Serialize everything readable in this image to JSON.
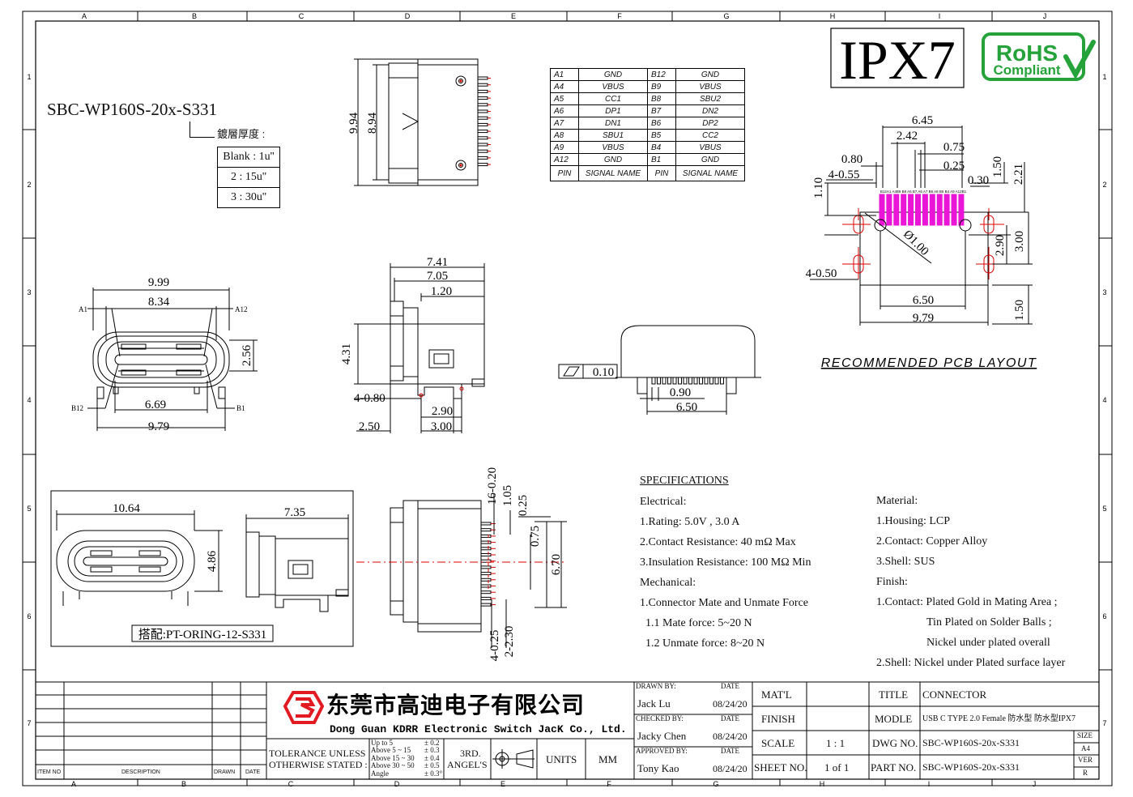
{
  "border": {
    "cols_top": [
      "A",
      "B",
      "C",
      "D",
      "E",
      "F",
      "G",
      "H",
      "I",
      "J"
    ],
    "cols_bottom": [
      "A",
      "B",
      "C",
      "D",
      "E",
      "F",
      "G",
      "H",
      "I",
      "J"
    ],
    "rows": [
      "1",
      "2",
      "3",
      "4",
      "5",
      "6",
      "7"
    ]
  },
  "part_number": "SBC-WP160S-20x-S331",
  "plating": {
    "title": "鍍層厚度 :",
    "options": [
      "Blank : 1u''",
      "2 : 15u''",
      "3 : 30u''"
    ]
  },
  "badges": {
    "ipx": "IPX7",
    "rohs_line1": "RoHS",
    "rohs_line2": "Compliant"
  },
  "pin_table": {
    "rows": [
      [
        "A1",
        "GND",
        "B12",
        "GND"
      ],
      [
        "A4",
        "VBUS",
        "B9",
        "VBUS"
      ],
      [
        "A5",
        "CC1",
        "B8",
        "SBU2"
      ],
      [
        "A6",
        "DP1",
        "B7",
        "DN2"
      ],
      [
        "A7",
        "DN1",
        "B6",
        "DP2"
      ],
      [
        "A8",
        "SBU1",
        "B5",
        "CC2"
      ],
      [
        "A9",
        "VBUS",
        "B4",
        "VBUS"
      ],
      [
        "A12",
        "GND",
        "B1",
        "GND"
      ]
    ],
    "header": [
      "PIN",
      "SIGNAL NAME",
      "PIN",
      "SIGNAL NAME"
    ]
  },
  "dims": {
    "top_view": {
      "h1": "9.94",
      "h2": "8.94"
    },
    "front_view": {
      "w_outer": "9.99",
      "w_inner": "8.34",
      "h": "2.56",
      "w_bottom_inner": "6.69",
      "w_bottom": "9.79",
      "a1": "A1",
      "a12": "A12",
      "b12": "B12",
      "b1": "B1"
    },
    "side_view": {
      "d1": "7.41",
      "d2": "7.05",
      "d3": "1.20",
      "h": "4.31",
      "holes": "4-0.80",
      "d4": "2.90",
      "d5": "2.50",
      "d6": "3.00"
    },
    "rear_view": {
      "flatness": "0.10",
      "pitch": "0.90",
      "width": "6.50"
    },
    "pcb": {
      "w1": "6.45",
      "w2": "2.42",
      "w3": "0.75",
      "w4": "0.25",
      "w5": "0.30",
      "p1": "0.80",
      "p2": "4-0.55",
      "h1": "1.10",
      "h2": "1.50",
      "h3": "2.21",
      "dia": "Ø1.00",
      "h4": "2.90",
      "h5": "3.00",
      "slot": "4-0.50",
      "w6": "6.50",
      "w7": "9.79",
      "h6": "1.50",
      "title": "RECOMMENDED PCB LAYOUT",
      "pad_labels": "B12A1 A4B9 B8 A5 B7 A6 A7 B6 A8 B5 B4 A9 A12B1"
    },
    "seal_front": {
      "w": "10.64",
      "h": "4.86"
    },
    "seal_side": {
      "w": "7.35"
    },
    "seal_note": "搭配:PT-ORING-12-S331",
    "bottom_view": {
      "d1": "16-0.20",
      "d2": "1.05",
      "d3": "0.25",
      "d4": "0.75",
      "d5": "6.70",
      "d6": "4-0.25",
      "d7": "2-2.30"
    }
  },
  "specs": {
    "title": "SPECIFICATIONS",
    "left": [
      "Electrical:",
      "1.Rating: 5.0V , 3.0 A",
      "2.Contact Resistance: 40 mΩ Max",
      "3.Insulation Resistance: 100 MΩ Min",
      "Mechanical:",
      "1.Connector Mate and Unmate Force",
      "  1.1 Mate force: 5~20 N",
      "  1.2 Unmate force: 8~20 N"
    ],
    "right": [
      "Material:",
      "1.Housing: LCP",
      "2.Contact: Copper Alloy",
      "3.Shell: SUS",
      "Finish:",
      "1.Contact: Plated Gold in Mating Area ;",
      "Tin Plated on Solder Balls ;",
      "Nickel under plated overall",
      "2.Shell: Nickel under Plated surface layer"
    ]
  },
  "title_block": {
    "company_cn": "东莞市高迪电子有限公司",
    "company_en": "Dong Guan KDRR  Electronic Switch JacK Co., Ltd.",
    "rev_headers": [
      "ITEM NO",
      "DESCRIPTION",
      "DRAWN",
      "DATE"
    ],
    "tolerance_label1": "TOLERANCE UNLESS",
    "tolerance_label2": "OTHERWISE STATED :",
    "tolerance_rows": [
      [
        "Up  to  5",
        "± 0.2"
      ],
      [
        "Above 5  ~ 15",
        "± 0.3"
      ],
      [
        "Above 15 ~ 30",
        "± 0.4"
      ],
      [
        "Above 30 ~ 50",
        "± 0.5"
      ],
      [
        "Angle",
        "± 0.3°"
      ]
    ],
    "angle_label1": "3RD.",
    "angle_label2": "ANGEL'S",
    "units_label": "UNITS",
    "units_value": "MM",
    "drawn_by_label": "DRAWN BY:",
    "drawn_by": "Jack  Lu",
    "checked_by_label": "CHECKED BY:",
    "checked_by": "Jacky Chen",
    "approved_by_label": "APPROVED BY:",
    "approved_by": "Tony Kao",
    "date_label": "DATE",
    "date1": "08/24/20",
    "date2": "08/24/20",
    "date3": "08/24/20",
    "matl_label": "MAT'L",
    "finish_label": "FINISH",
    "scale_label": "SCALE",
    "scale_value": "1 : 1",
    "sheet_label": "SHEET NO.",
    "sheet_value": "1 of 1",
    "title_label": "TITLE",
    "title_value": "CONNECTOR",
    "model_label": "MODLE",
    "model_value": "USB C TYPE  2.0 Female  防水型 防水型IPX7",
    "dwg_label": "DWG NO.",
    "dwg_value": "SBC-WP160S-20x-S331",
    "part_label": "PART NO.",
    "part_value": "SBC-WP160S-20x-S331",
    "size_label": "SIZE",
    "size_value": "A4",
    "ver_label": "VER",
    "ver_value": "R"
  }
}
